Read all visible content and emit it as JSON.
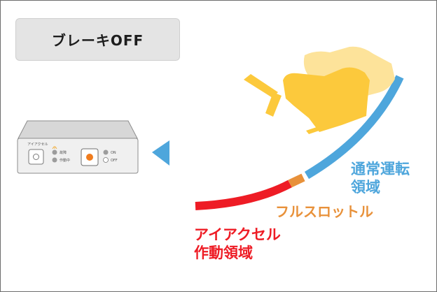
{
  "mode_badge": {
    "text": "ブレーキOFF"
  },
  "device": {
    "name_label": "アイアクセル",
    "indicator_left_top": "故障",
    "indicator_left_bottom": "作動中",
    "indicator_right_top": "ON",
    "indicator_right_bottom": "OFF"
  },
  "arc_labels": {
    "normal_line1": "通常運転",
    "normal_line2": "領域",
    "full_throttle": "フルスロットル",
    "accel_line1": "アイアクセル",
    "accel_line2": "作動領域"
  },
  "colors": {
    "normal_zone": "#4ea6dc",
    "full_throttle_zone": "#e8913a",
    "accel_zone": "#ee1c25",
    "arrow": "#4ea6dc",
    "pedal_back": "#fde39a",
    "pedal_front": "#fcc93c"
  },
  "icons": [
    "controller-device-icon",
    "left-arrow-icon",
    "foot-pedal-icon"
  ]
}
